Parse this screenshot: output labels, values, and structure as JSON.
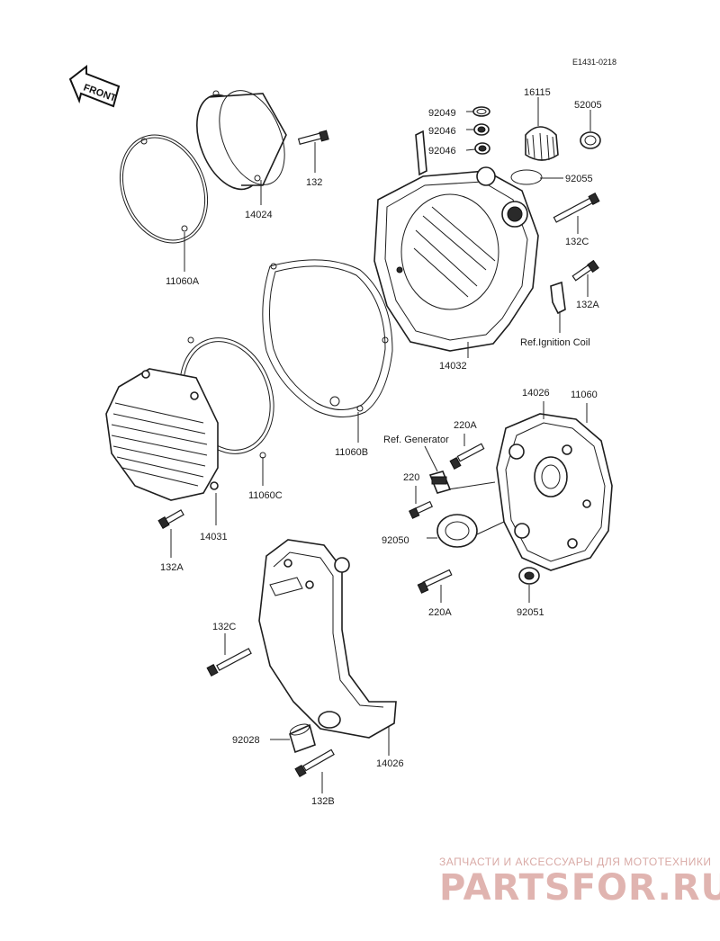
{
  "diagram": {
    "code": "E1431-0218",
    "front_label": "FRONT",
    "labels": {
      "p92049": "92049",
      "p92046a": "92046",
      "p92046b": "92046",
      "p16115": "16115",
      "p52005": "52005",
      "p92055": "92055",
      "p14024": "14024",
      "p132": "132",
      "p11060A": "11060A",
      "p132C_top": "132C",
      "p132A_top": "132A",
      "ref_ignition": "Ref.Ignition Coil",
      "p14032": "14032",
      "p11060B": "11060B",
      "p11060C": "11060C",
      "p14031": "14031",
      "p132A_left": "132A",
      "p14026_top": "14026",
      "p11060": "11060",
      "p220A_top": "220A",
      "ref_generator": "Ref. Generator",
      "p220": "220",
      "p92050": "92050",
      "p220A_bottom": "220A",
      "p92051": "92051",
      "p132C_bottom": "132C",
      "p92028": "92028",
      "p14026_bottom": "14026",
      "p132B": "132B"
    }
  },
  "watermark": {
    "tagline": "ЗАПЧАСТИ И АКСЕССУАРЫ ДЛЯ МОТОТЕХНИКИ",
    "brand": "PARTSFOR.RU",
    "color": "#e0b4b0"
  }
}
